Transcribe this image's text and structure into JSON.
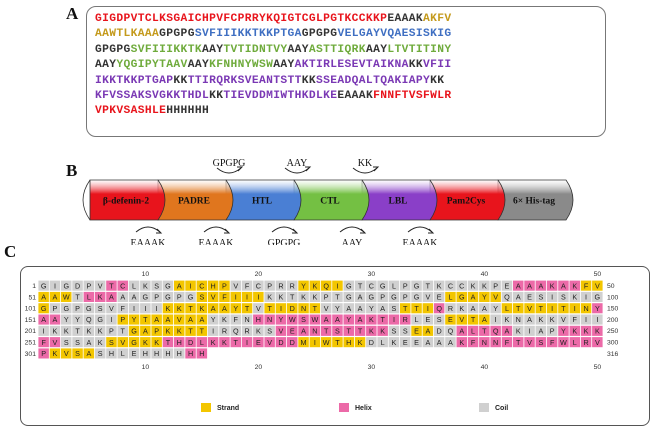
{
  "panels": {
    "a": "A",
    "b": "B",
    "c": "C"
  },
  "colors": {
    "red": "#e8141c",
    "gold": "#c49a1c",
    "dark": "#333333",
    "blue": "#3f6fc2",
    "green": "#6fab3c",
    "purple": "#7a38b4",
    "strand": "#f3c600",
    "helix": "#ec6aa8",
    "coil": "#d0d0d0"
  },
  "sequence_lines": [
    [
      {
        "t": "GIGDPVTCLKSGAICHPVFCPRRYKQIGTCGLPGTKCCKKP",
        "c": "red"
      },
      {
        "t": "EAAAK",
        "c": "dark"
      },
      {
        "t": "AKFV",
        "c": "gold"
      }
    ],
    [
      {
        "t": "AAWTLKAAA",
        "c": "gold"
      },
      {
        "t": "GPGPG",
        "c": "dark"
      },
      {
        "t": "SVFIIIKKTKKPTGA",
        "c": "blue"
      },
      {
        "t": "GPGPG",
        "c": "dark"
      },
      {
        "t": "VELGAYVQAESISKIG",
        "c": "blue"
      }
    ],
    [
      {
        "t": "GPGPG",
        "c": "dark"
      },
      {
        "t": "SVFIIIKKTK",
        "c": "green"
      },
      {
        "t": "AAY",
        "c": "dark"
      },
      {
        "t": "TVTIDNTVY",
        "c": "green"
      },
      {
        "t": "AAY",
        "c": "dark"
      },
      {
        "t": "ASTTIQRK",
        "c": "green"
      },
      {
        "t": "AAY",
        "c": "dark"
      },
      {
        "t": "LTVTITINY",
        "c": "green"
      }
    ],
    [
      {
        "t": "AAY",
        "c": "dark"
      },
      {
        "t": "YQGIPYTAAV",
        "c": "green"
      },
      {
        "t": "AAY",
        "c": "dark"
      },
      {
        "t": "KFNHNYWSW",
        "c": "green"
      },
      {
        "t": "AAY",
        "c": "dark"
      },
      {
        "t": "AKTIRLESEVTAIKNA",
        "c": "purple"
      },
      {
        "t": "KK",
        "c": "dark"
      },
      {
        "t": "VFII",
        "c": "purple"
      }
    ],
    [
      {
        "t": "IKKTKKPTGAP",
        "c": "purple"
      },
      {
        "t": "KK",
        "c": "dark"
      },
      {
        "t": "TTIRQRKSVEANTSTT",
        "c": "purple"
      },
      {
        "t": "KK",
        "c": "dark"
      },
      {
        "t": "SSEADQALTQAKIAPY",
        "c": "purple"
      },
      {
        "t": "KK",
        "c": "dark"
      }
    ],
    [
      {
        "t": "KFVSSAKSVGKKTHDL",
        "c": "purple"
      },
      {
        "t": "KK",
        "c": "dark"
      },
      {
        "t": "TIEVDDMIWTHKDLKE",
        "c": "purple"
      },
      {
        "t": "EAAAK",
        "c": "dark"
      },
      {
        "t": "FNNFTVSFWLR",
        "c": "red"
      }
    ],
    [
      {
        "t": "VPKVSASHLE",
        "c": "red"
      },
      {
        "t": "HHHHHH",
        "c": "dark"
      }
    ]
  ],
  "construct": {
    "segments": [
      {
        "label": "β-defenin-2",
        "color": "#e8141c"
      },
      {
        "label": "PADRE",
        "color": "#e0761e"
      },
      {
        "label": "HTL",
        "color": "#4a7fd4"
      },
      {
        "label": "CTL",
        "color": "#74c043"
      },
      {
        "label": "LBL",
        "color": "#8a3fc8"
      },
      {
        "label": "Pam2Cys",
        "color": "#e8141c"
      },
      {
        "label": "6× His-tag",
        "color": "#8a8a8a"
      }
    ],
    "top_linkers": [
      "GPGPG",
      "AAY",
      "KK"
    ],
    "bottom_linkers": [
      "EAAAK",
      "EAAAK",
      "GPGPG",
      "AAY",
      "EAAAK"
    ]
  },
  "secondary_structure": {
    "sequence": "GIGDPVTCLKSGAICHPVFCPRRYKQIGTCGLPGTKCCKKPEAAAKAKFVAAWTLKAAAGPGPGSVFIIIKKTKKPTGAGPGPGVELGAYVQAESISKIGGPGPGSVFIIIKKTKAAYTVTIDNTVYAAYASTTIQRKAAYLTVTITINYAAYYQGIPYTAAVAAYKFNHNYWSWAAYAKTIRLESEVTAIKNAKKVFIIIKKTKKPTGAPKKTTIRQRKSVEANTSTTKKSSEADQALTQAKIAPYKKKFVSSAKSVGKKTHDLKKTIEVDDMIWTHKDLKEEAAAKFNNFTVSFWLRVPKVSASHLEHHHHHH",
    "ss": "CCCCCCHHCCCCSSSSSCCCCCCSSSSCCCCCCCCCCCCCCCHHHHHHSSSSSCHHHCCCCCCCSSSSSSCCCCCCCCCCCCCCCCSSSSSCCCCCCCCCSCCCCCCCCCCSSSSSSSSCSSSSSCCCCCCCSSSHCCCCCSSSSSSSSHHHCCCCCSSSSSSSSCCCCHHHHHHHHHHHHHHCCCSSSSCCCCCCCCCCCCCCCCCCSSSSSSSCCCCCCHHHHHHHHHHCCSSCCHHHHHCCCCHHHHHHCCCCSSSSSHHHHHHHHHHHHSSSSSSCCCCCCCCHHHHHHHHHHHHHHSSSSCCCCCCCCHHHHCCCCCCC",
    "row_start_numbers": [
      "1",
      "51",
      "101",
      "151",
      "201",
      "251",
      "301"
    ],
    "row_end_numbers": [
      "50",
      "100",
      "150",
      "200",
      "250",
      "300",
      "316"
    ],
    "ruler_labels": [
      "10",
      "20",
      "30",
      "40",
      "50"
    ],
    "legend": [
      {
        "label": "Strand",
        "key": "strand"
      },
      {
        "label": "Helix",
        "key": "helix"
      },
      {
        "label": "Coil",
        "key": "coil"
      }
    ]
  }
}
